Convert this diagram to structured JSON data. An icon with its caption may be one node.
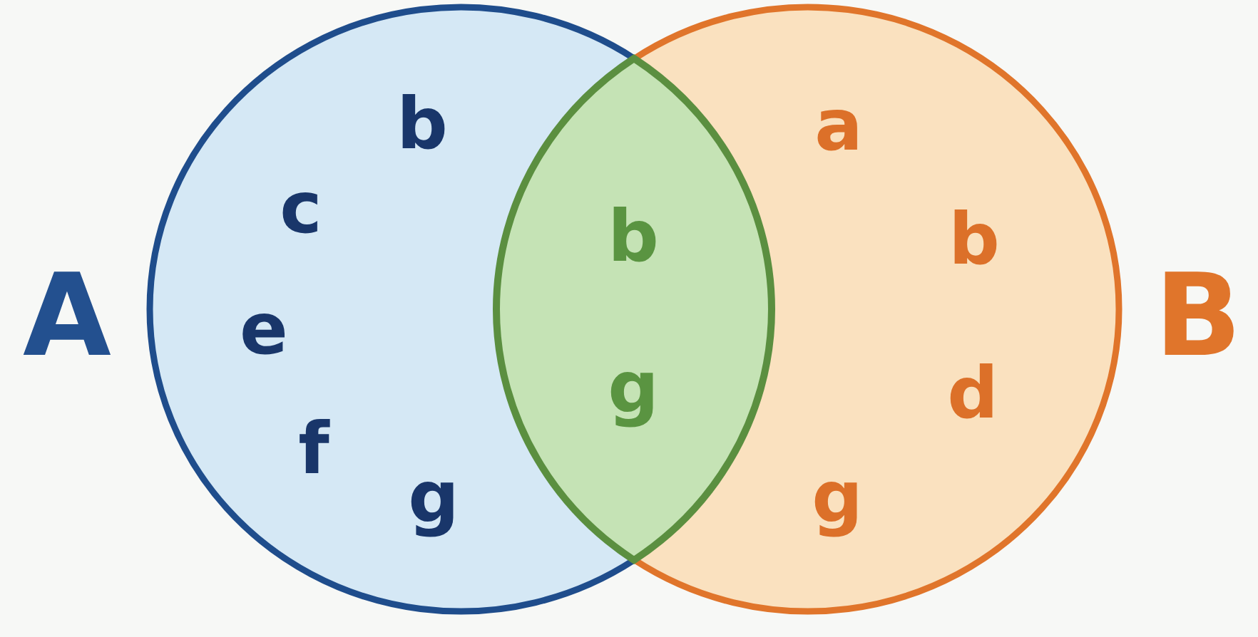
{
  "diagram": {
    "nodes": [
      {
        "text": [
          "b",
          "c",
          "e",
          "f",
          "g"
        ],
        "beside": [
          "A"
        ]
      },
      {
        "text": [
          "b",
          "g"
        ]
      },
      {
        "text": [
          "a",
          "b",
          "d",
          "g"
        ],
        "beside": [
          "B"
        ]
      }
    ]
  }
}
